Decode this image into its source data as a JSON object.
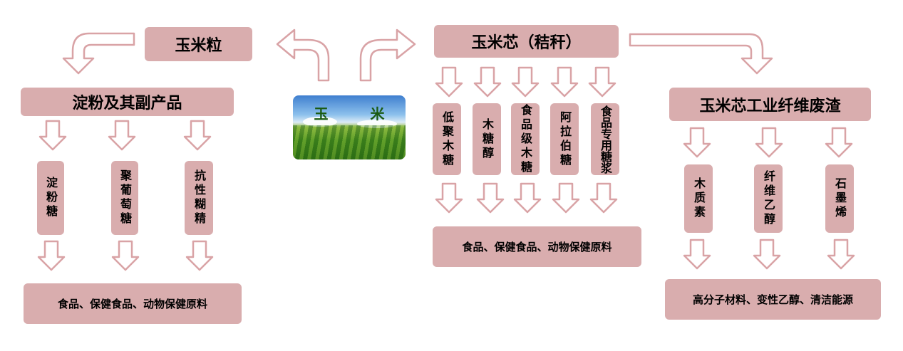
{
  "center": {
    "label": "玉 米"
  },
  "left": {
    "top": "玉米粒",
    "category": "淀粉及其副产品",
    "products": [
      "淀粉糖",
      "聚葡萄糖",
      "抗性糊精"
    ],
    "bottom": "食品、保健食品、动物保健原料"
  },
  "middle": {
    "top": "玉米芯（秸秆）",
    "products": [
      "低聚木糖",
      "木糖醇",
      "食品级木糖",
      "阿拉伯糖",
      "食品专用糖浆"
    ],
    "bottom": "食品、保健食品、动物保健原料"
  },
  "right": {
    "category": "玉米芯工业纤维废渣",
    "products": [
      "木质素",
      "纤维乙醇",
      "石墨烯"
    ],
    "bottom": "高分子材料、变性乙醇、清洁能源"
  },
  "colors": {
    "box": "#d9adae",
    "arrow_stroke": "#d9a3a6",
    "arrow_fill": "#ffffff"
  }
}
